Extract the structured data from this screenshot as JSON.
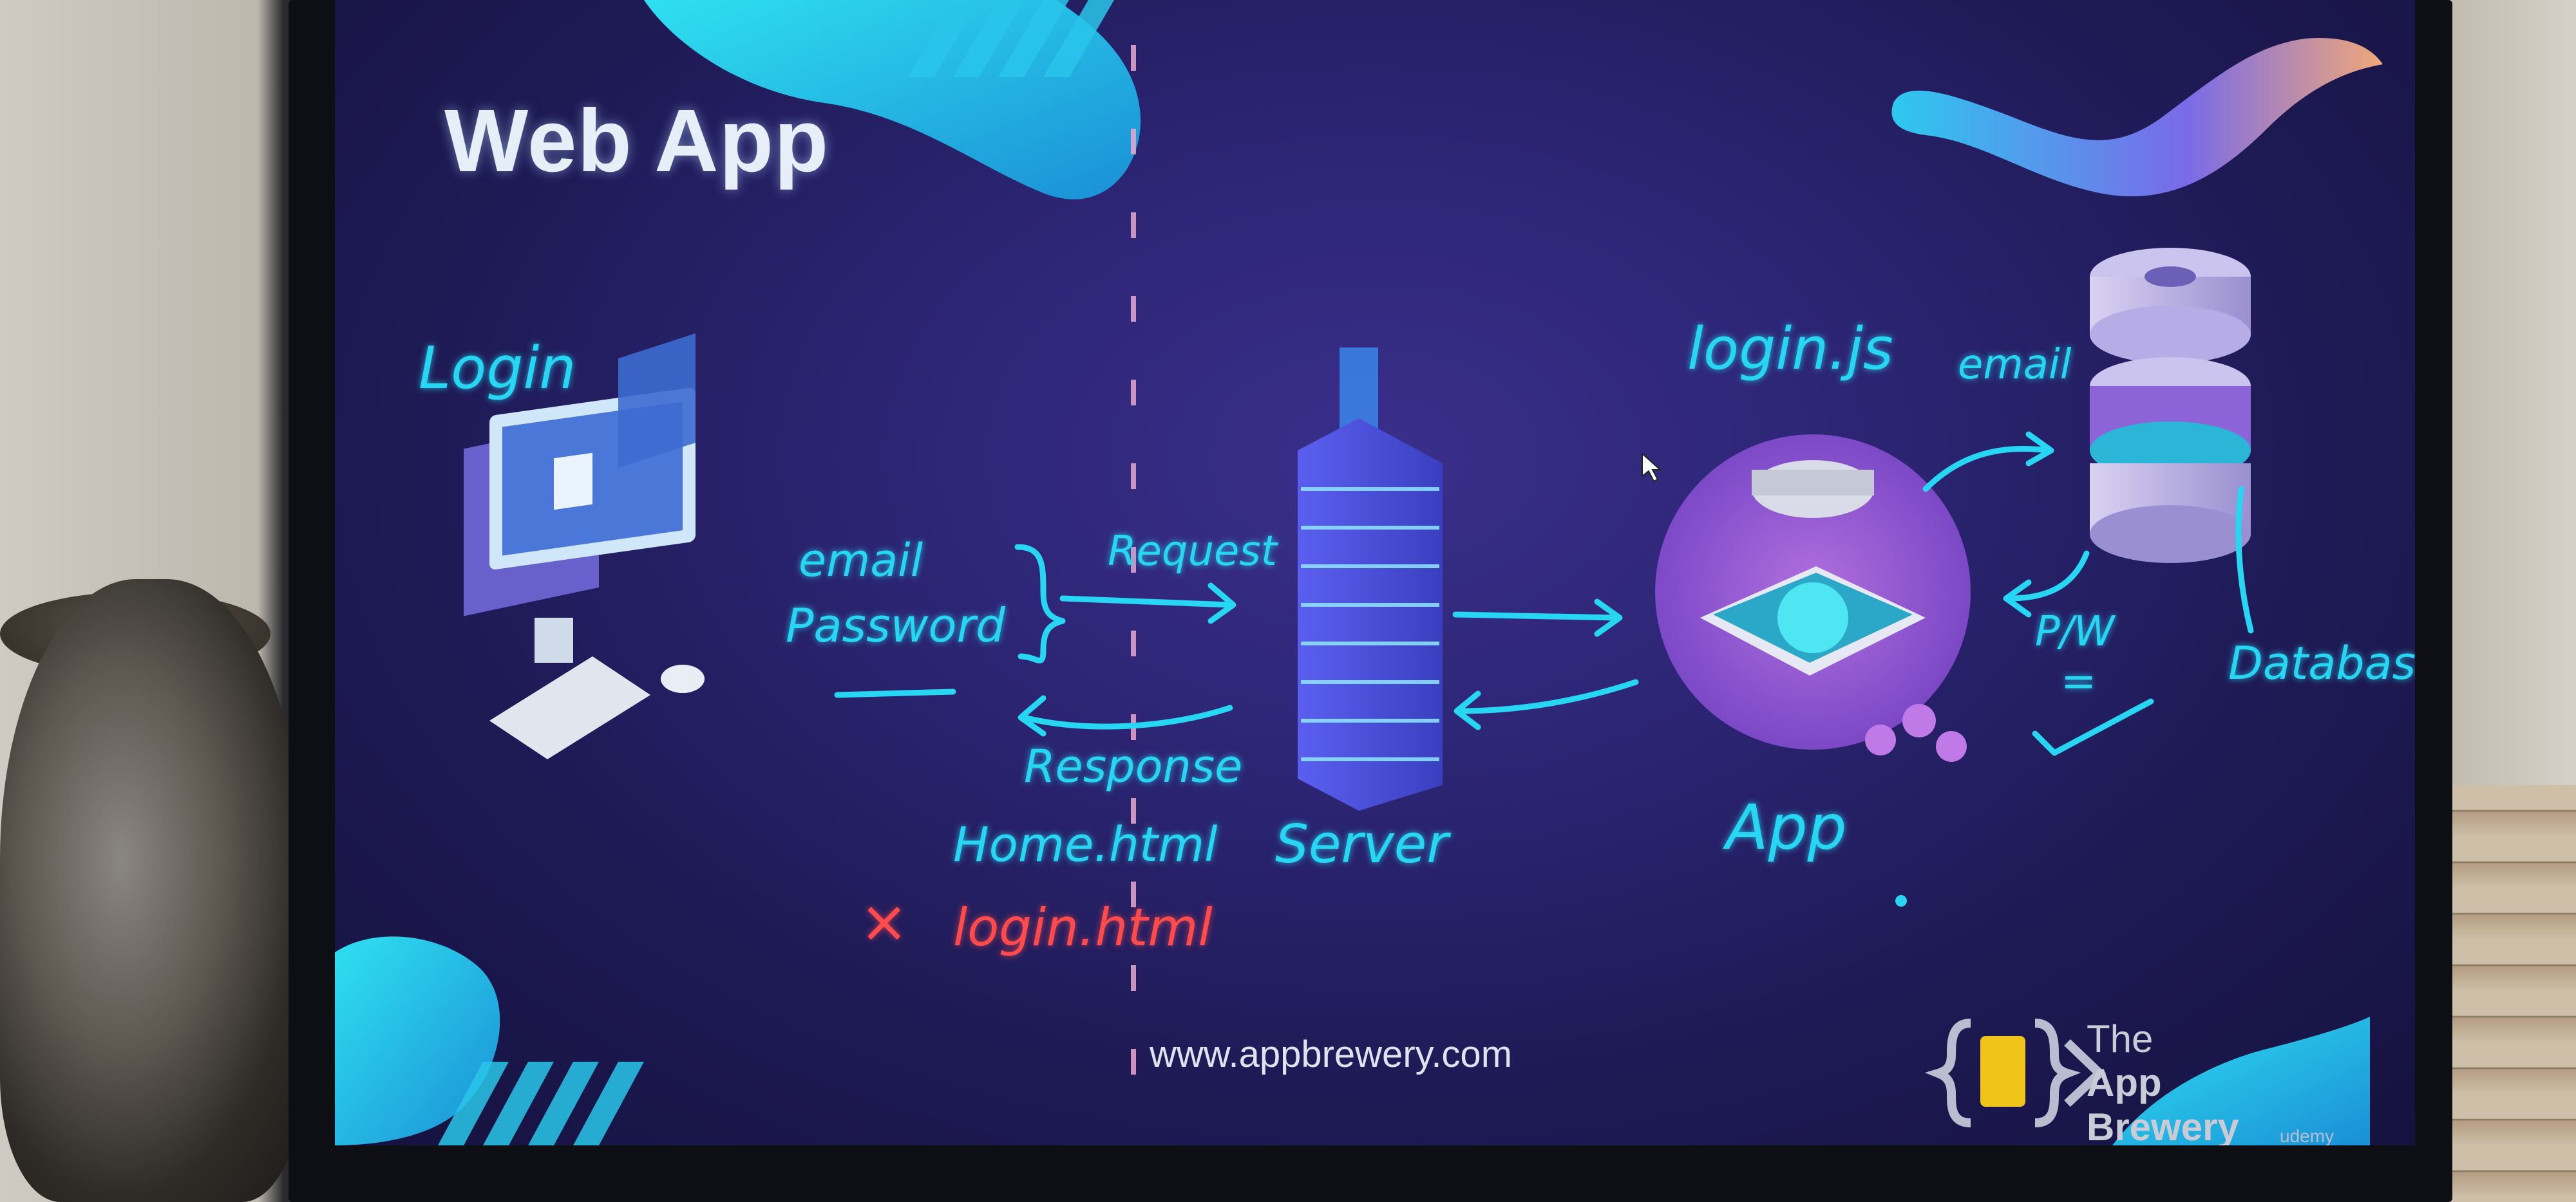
{
  "slide": {
    "title": "Web App",
    "footer_url": "www.appbrewery.com",
    "brand": {
      "line1": "The",
      "line2": "App Brewery"
    },
    "platform": "udemy"
  },
  "handwriting": {
    "login": "Login",
    "email": "email",
    "password": "Password",
    "request": "Request",
    "response": "Response",
    "home_html": "Home.html",
    "server": "Server",
    "login_html": "login.html",
    "x_mark": "×",
    "login_js": "login.js",
    "email_db": "email",
    "app": "App",
    "pw": "P/W",
    "equals": "=",
    "database": "Database"
  },
  "colors": {
    "handwriting": "#27d6f2",
    "error": "#ff4b4b",
    "slide_bg": "#2b2472",
    "accent_purple": "#9b5de5",
    "accent_cyan": "#1fc8e0"
  },
  "icons": [
    "desktop-computer-icon",
    "server-rack-icon",
    "app-chip-icon",
    "database-icon",
    "brand-logo-icon",
    "cursor-icon"
  ]
}
